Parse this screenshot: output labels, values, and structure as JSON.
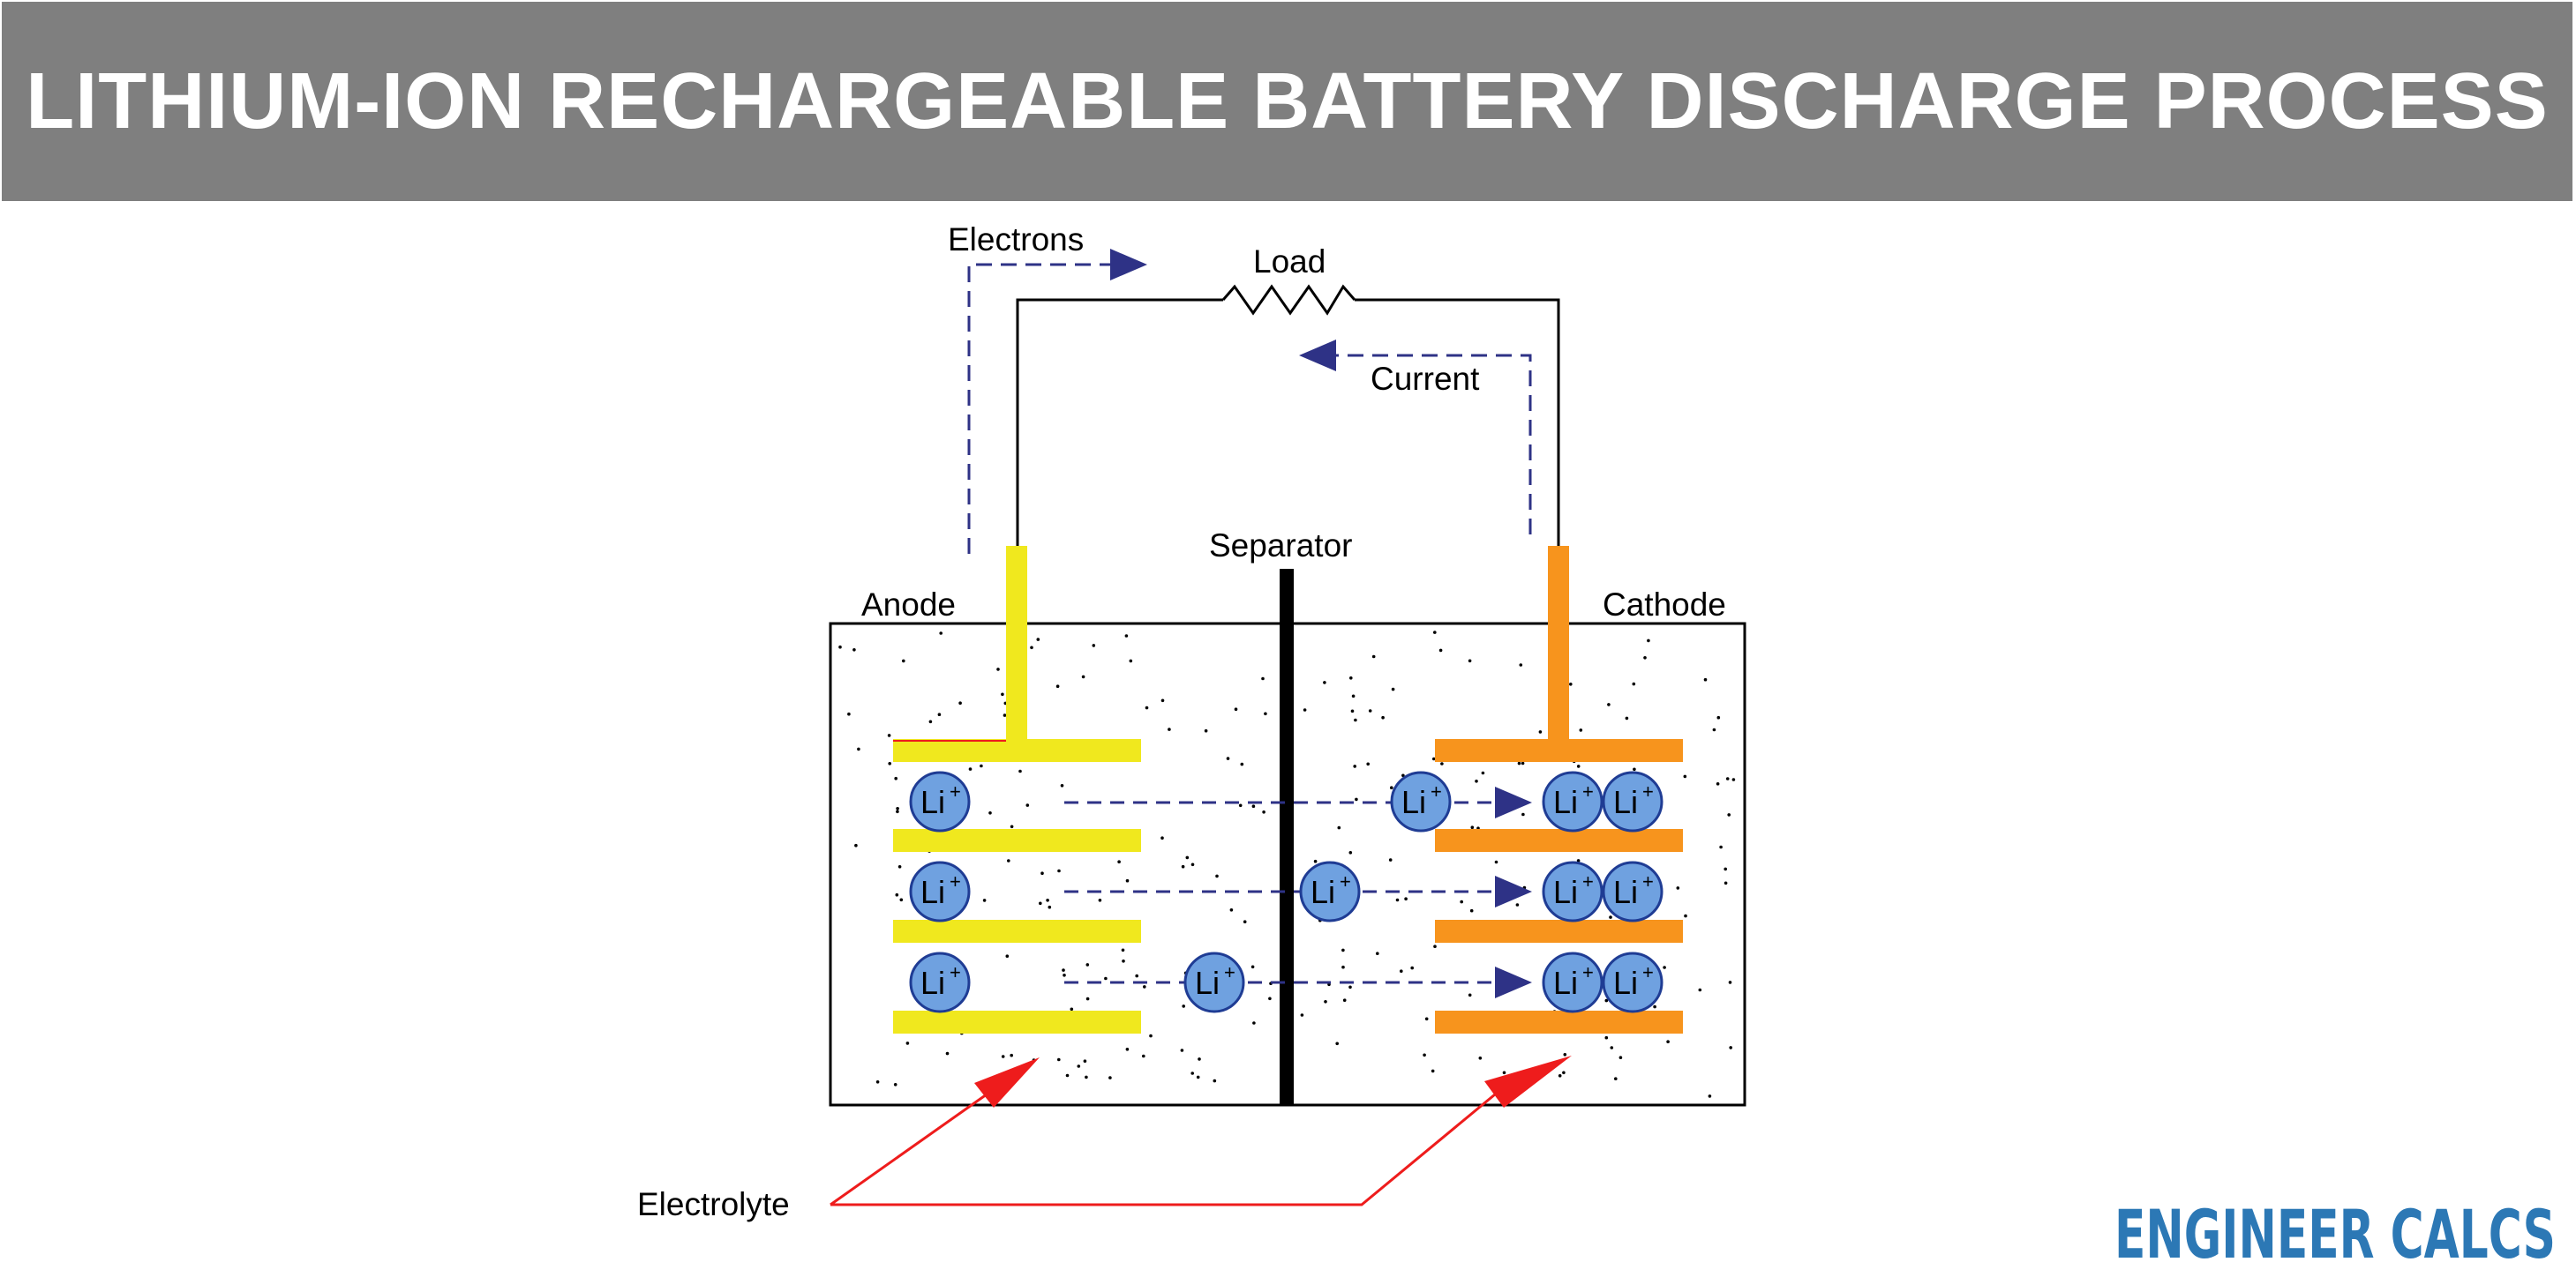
{
  "title": "LITHIUM-ION RECHARGEABLE BATTERY DISCHARGE PROCESS",
  "labels": {
    "electrons": "Electrons",
    "load": "Load",
    "current": "Current",
    "separator": "Separator",
    "anode": "Anode",
    "cathode": "Cathode",
    "electrolyte": "Electrolyte"
  },
  "ion": {
    "symbol": "Li",
    "charge": "+"
  },
  "brand": {
    "part1": "ENGINEER",
    "part2": "CALCS"
  },
  "colors": {
    "title_bar": "#7f7f7f",
    "anode": "#f0e81e",
    "cathode": "#f7941d",
    "ion_fill": "#6fa1e0",
    "ion_stroke": "#1f3c94",
    "flow_arrow": "#2e3286",
    "electrolyte_arrow": "#ee1c1c",
    "brand": "#2c78b5"
  }
}
